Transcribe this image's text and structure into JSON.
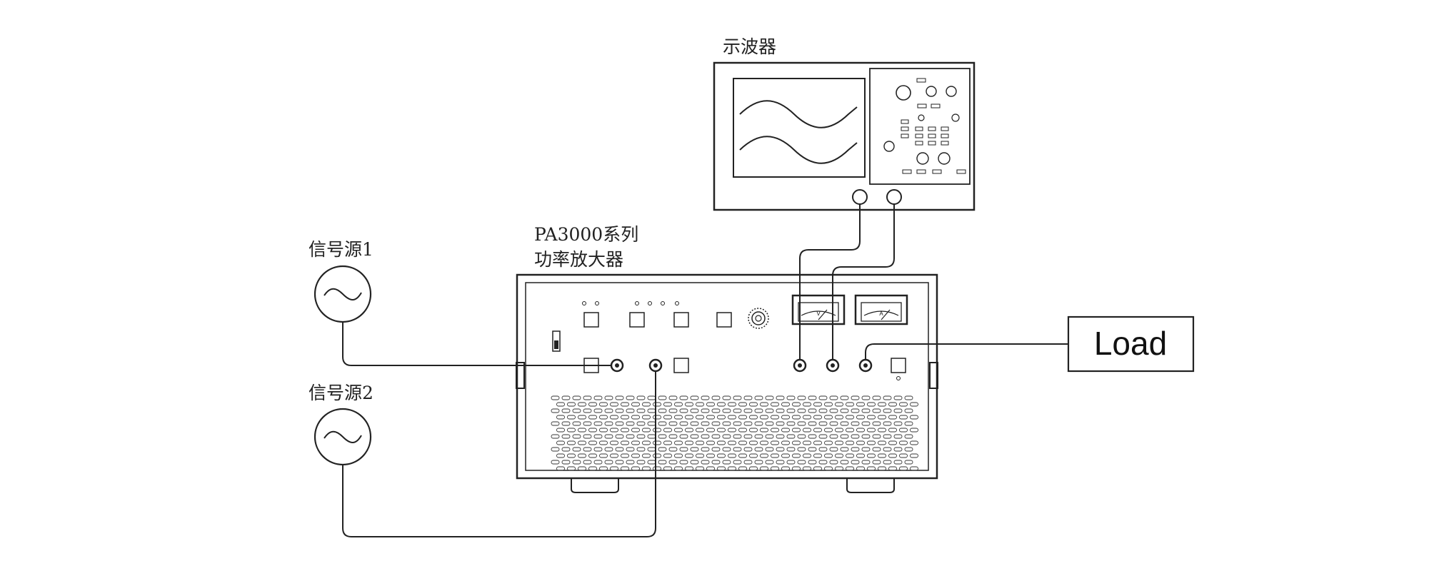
{
  "labels": {
    "oscilloscope": "示波器",
    "amplifier_line1": "PA3000系列",
    "amplifier_line2": "功率放大器",
    "source1": "信号源1",
    "source2": "信号源2",
    "load": "Load",
    "meter_v": "V",
    "meter_a": "A"
  },
  "colors": {
    "line": "#222222",
    "background": "#ffffff"
  },
  "icons": {
    "signal_source": "sine-wave-icon",
    "meter": "analog-meter-icon",
    "knob": "rotary-knob-icon"
  }
}
